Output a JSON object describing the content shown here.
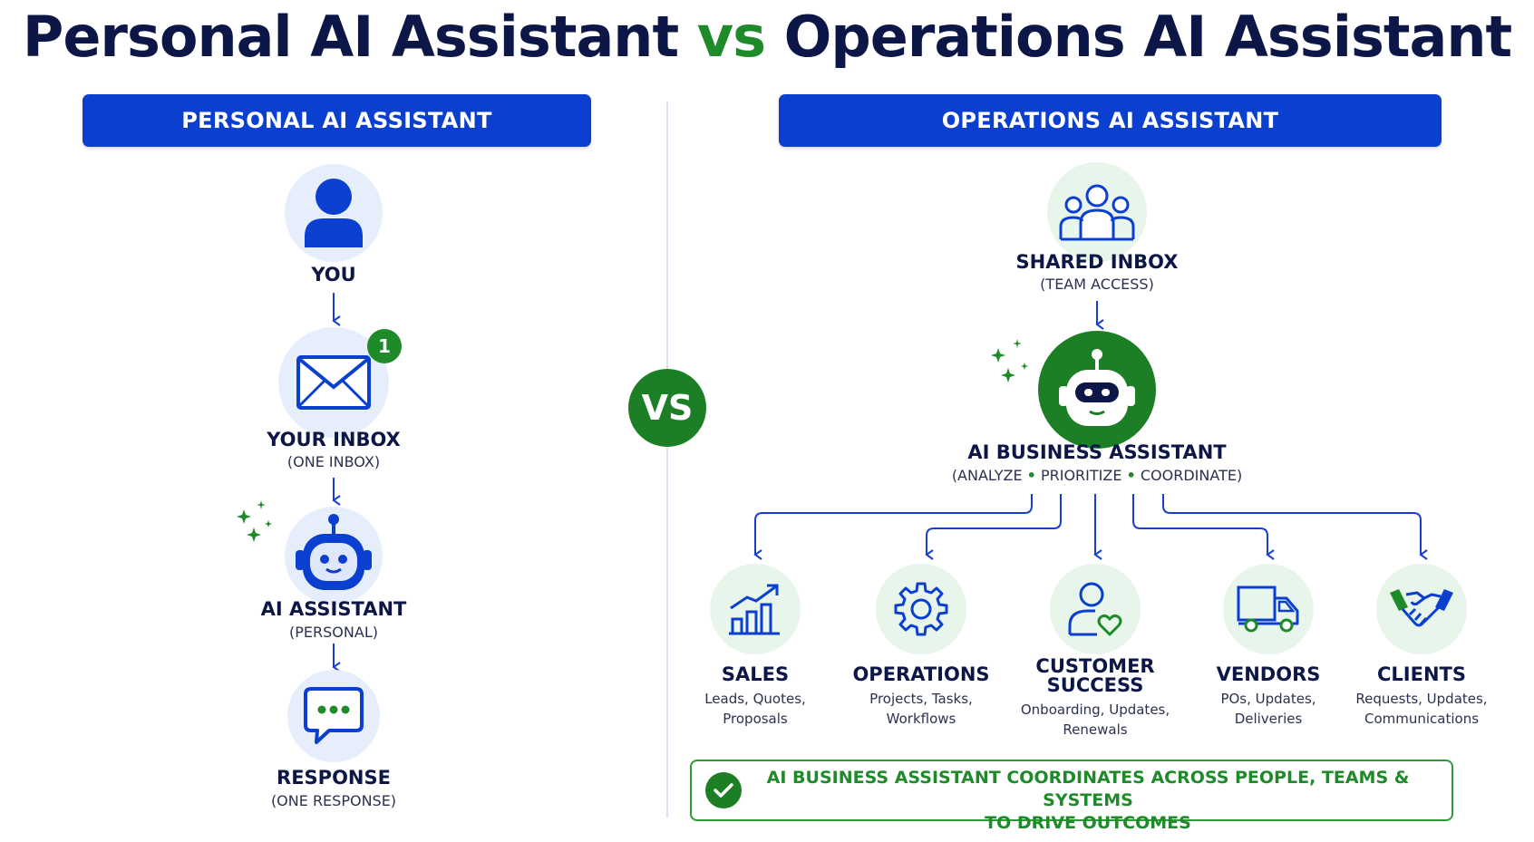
{
  "title": {
    "part1": "Personal AI Assistant",
    "vs": "vs",
    "part2": "Operations AI Assistant"
  },
  "colors": {
    "primary_blue": "#0b3fd0",
    "navy": "#0d1747",
    "green": "#1f8a2a",
    "light_blue": "#e7eefb",
    "light_green": "#e8f5ea"
  },
  "personal": {
    "header": "PERSONAL AI ASSISTANT",
    "steps": [
      {
        "icon": "user-icon",
        "label": "YOU",
        "sub": ""
      },
      {
        "icon": "envelope-icon",
        "label": "YOUR INBOX",
        "sub": "(ONE INBOX)",
        "badge": "1"
      },
      {
        "icon": "robot-icon",
        "label": "AI ASSISTANT",
        "sub": "(PERSONAL)"
      },
      {
        "icon": "chat-bubble-icon",
        "label": "RESPONSE",
        "sub": "(ONE RESPONSE)"
      }
    ]
  },
  "vs_label": "VS",
  "operations": {
    "header": "OPERATIONS AI ASSISTANT",
    "shared_inbox": {
      "icon": "team-icon",
      "label": "SHARED INBOX",
      "sub": "(TEAM ACCESS)"
    },
    "assistant": {
      "icon": "robot-icon",
      "label": "AI BUSINESS ASSISTANT",
      "sub_open": "(ANALYZE",
      "sub_mid": "PRIORITIZE",
      "sub_close": "COORDINATE)",
      "sep": "•"
    },
    "branches": [
      {
        "icon": "growth-chart-icon",
        "label": "SALES",
        "label2": "",
        "desc1": "Leads, Quotes,",
        "desc2": "Proposals"
      },
      {
        "icon": "gear-icon",
        "label": "OPERATIONS",
        "label2": "",
        "desc1": "Projects, Tasks,",
        "desc2": "Workflows"
      },
      {
        "icon": "person-heart-icon",
        "label": "CUSTOMER",
        "label2": "SUCCESS",
        "desc1": "Onboarding, Updates,",
        "desc2": "Renewals"
      },
      {
        "icon": "truck-icon",
        "label": "VENDORS",
        "label2": "",
        "desc1": "POs, Updates,",
        "desc2": "Deliveries"
      },
      {
        "icon": "handshake-icon",
        "label": "CLIENTS",
        "label2": "",
        "desc1": "Requests, Updates,",
        "desc2": "Communications"
      }
    ],
    "footer": {
      "icon": "check-circle-icon",
      "line1": "AI BUSINESS ASSISTANT COORDINATES ACROSS PEOPLE, TEAMS & SYSTEMS",
      "line2": "TO DRIVE OUTCOMES"
    }
  }
}
